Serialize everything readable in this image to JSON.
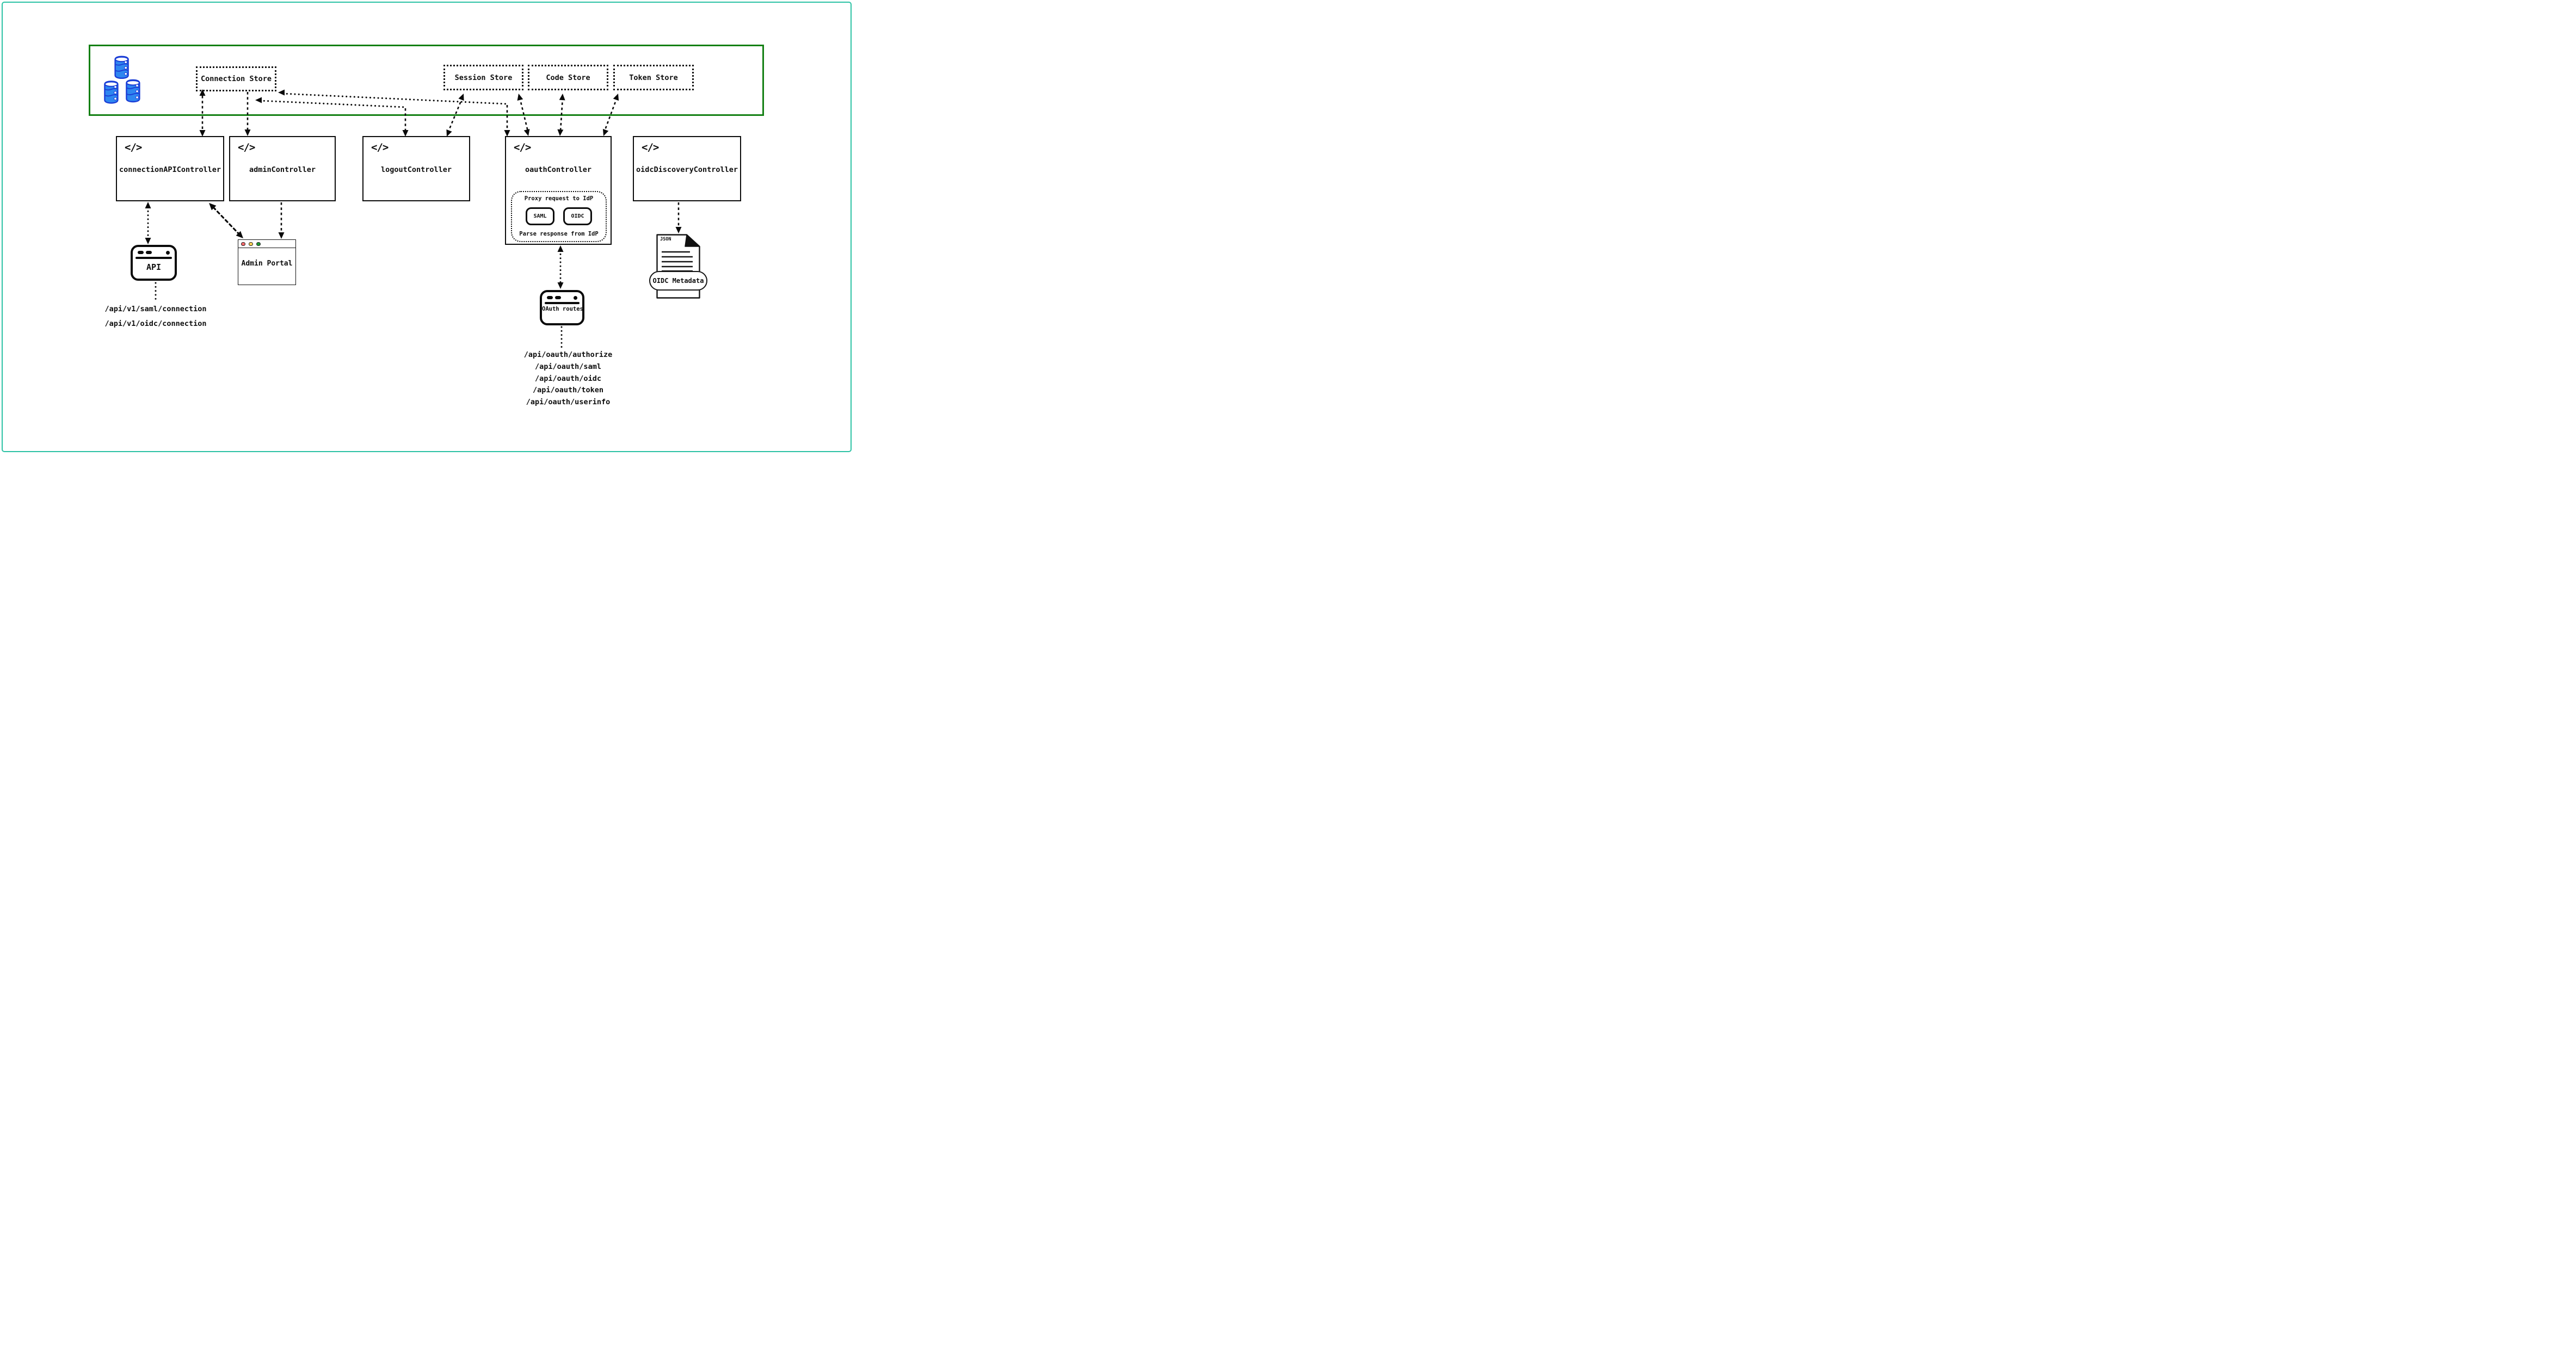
{
  "diagram": {
    "store_zone": {
      "stores": [
        {
          "label": "Connection Store"
        },
        {
          "label": "Session Store"
        },
        {
          "label": "Code Store"
        },
        {
          "label": "Token Store"
        }
      ]
    },
    "controllers": {
      "code_icon": "</>",
      "connection_api": {
        "label": "connectionAPIController"
      },
      "admin": {
        "label": "adminController"
      },
      "logout": {
        "label": "logoutController"
      },
      "oauth": {
        "label": "oauthController"
      },
      "oidc_discovery": {
        "label": "oidcDiscoveryController"
      }
    },
    "oauth_proxy": {
      "request_label": "Proxy request to IdP",
      "saml": "SAML",
      "oidc": "OIDC",
      "response_label": "Parse response from IdP"
    },
    "api_client": {
      "label": "API",
      "endpoints": [
        "/api/v1/saml/connection",
        "/api/v1/oidc/connection"
      ]
    },
    "admin_portal": {
      "label": "Admin Portal"
    },
    "oauth_routes": {
      "label": "OAuth routes",
      "endpoints": [
        "/api/oauth/authorize",
        "/api/oauth/saml",
        "/api/oauth/oidc",
        "/api/oauth/token",
        "/api/oauth/userinfo"
      ]
    },
    "oidc_metadata": {
      "file_type": "JSON",
      "label": "OIDC Metadata"
    },
    "colors": {
      "zone_border": "#148014",
      "frame_border": "#2cc2a4",
      "database_fill": "#2e86f0",
      "database_stroke": "#1b3ed6",
      "traffic_lights": [
        "#f4696b",
        "#f7d154",
        "#1f9a35"
      ]
    }
  }
}
